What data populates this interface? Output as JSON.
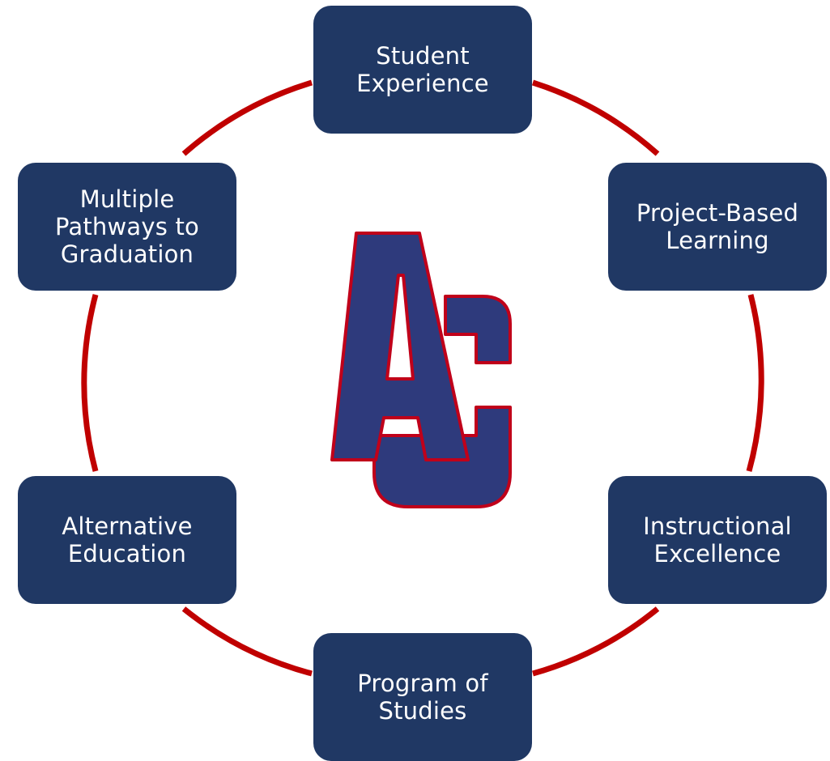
{
  "cycle": {
    "ring_color": "#c00000",
    "node_color": "#203864",
    "nodes": [
      {
        "label": "Student Experience"
      },
      {
        "label": "Project-Based Learning"
      },
      {
        "label": "Instructional Excellence"
      },
      {
        "label": "Program of Studies"
      },
      {
        "label": "Alternative Education"
      },
      {
        "label": "Multiple Pathways to Graduation"
      }
    ]
  },
  "logo": {
    "text": "AC",
    "fill": "#2e3a7c",
    "outline": "#c0001a"
  }
}
